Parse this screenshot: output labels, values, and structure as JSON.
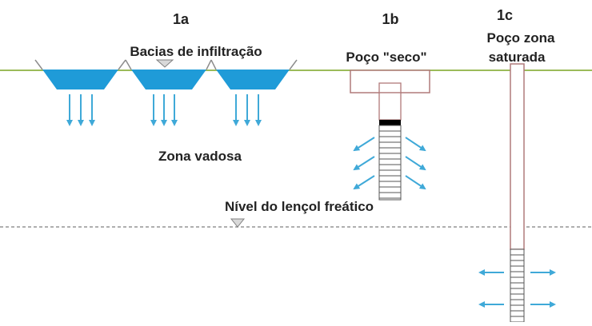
{
  "labels": {
    "fig_1a": "1a",
    "fig_1b": "1b",
    "fig_1c": "1c",
    "basins": "Bacias de infiltração",
    "dry_well": "Poço \"seco\"",
    "sat_well_line1": "Poço zona",
    "sat_well_line2": "saturada",
    "vadose": "Zona vadosa",
    "water_table": "Nível do lençol freático"
  },
  "colors": {
    "ground_line": "#9bbb59",
    "water": "#1f9bd8",
    "arrow": "#3fa9d8",
    "basin_outline": "#8c8c8c",
    "well_outline": "#b07a7a",
    "water_table_line": "#7f7f7f",
    "seal": "#000000",
    "marker": "#a6a6a6"
  }
}
